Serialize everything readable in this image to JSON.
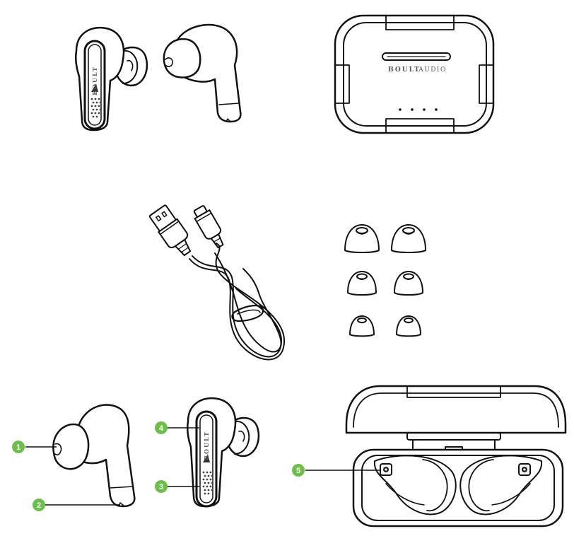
{
  "earbud_brand": "BOULT",
  "case_brand": {
    "bold": "BOULT",
    "regular": "AUDIO"
  },
  "callouts": [
    {
      "number": "1",
      "color": "#6cc04a"
    },
    {
      "number": "2",
      "color": "#6cc04a"
    },
    {
      "number": "3",
      "color": "#6cc04a"
    },
    {
      "number": "4",
      "color": "#6cc04a"
    },
    {
      "number": "5",
      "color": "#6cc04a"
    }
  ],
  "icons": [
    "earbud-back-icon",
    "earbud-front-icon",
    "charging-case-icon",
    "usb-cable-icon",
    "ear-tip-icon",
    "open-case-icon"
  ]
}
